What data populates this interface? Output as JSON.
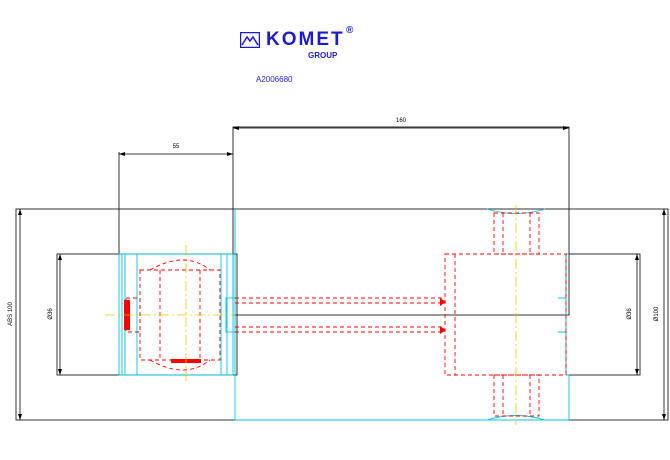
{
  "logo": {
    "brand": "KOMET",
    "registered": "®",
    "group": "GROUP"
  },
  "article_code": "A2006680",
  "dimensions": {
    "length_total": "160",
    "length_left": "55",
    "abs_size": "ABS 100",
    "left_diameter": "Ø36",
    "right_diameter": "Ø36",
    "outer_diameter": "Ø100"
  },
  "colors": {
    "outline": "#00c8e0",
    "hidden": "#ff0000",
    "center": "#e8c800",
    "logo": "#1c1ccf",
    "dim": "#000000"
  }
}
